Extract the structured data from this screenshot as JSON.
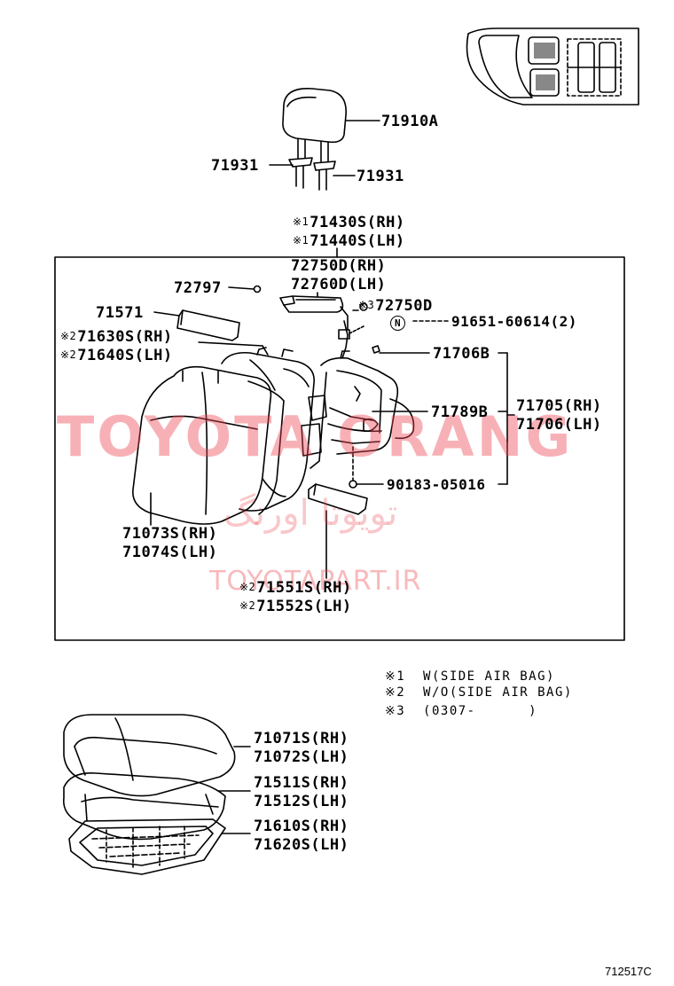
{
  "labels": {
    "headrest": "71910A",
    "support_left": "71931",
    "support_right": "71931",
    "back_assy_rh": "71430S(RH)",
    "back_assy_lh": "71440S(LH)",
    "airbag_rh": "72750D(RH)",
    "airbag_lh": "72760D(LH)",
    "clip": "72797",
    "pad": "71571",
    "back_pad_rh": "71630S(RH)",
    "back_pad_lh": "71640S(LH)",
    "airbag_alt": "72750D",
    "nut": "91651-60614(2)",
    "frame_part": "71706B",
    "frame_rh": "71705(RH)",
    "frame_lh": "71706(LH)",
    "spring": "71789B",
    "bolt": "90183-05016",
    "back_cover_rh": "71073S(RH)",
    "back_cover_lh": "71074S(LH)",
    "pad2_rh": "71551S(RH)",
    "pad2_lh": "71552S(LH)",
    "cushion_cover_rh": "71071S(RH)",
    "cushion_cover_lh": "71072S(LH)",
    "cushion_pad_rh": "71511S(RH)",
    "cushion_pad_lh": "71512S(LH)",
    "cushion_frame_rh": "71610S(RH)",
    "cushion_frame_lh": "71620S(LH)"
  },
  "marks": {
    "m1": "※1",
    "m2": "※2",
    "m3": "※3",
    "n": "N"
  },
  "notes": [
    {
      "mark": "※1",
      "text": "W(SIDE AIR BAG)"
    },
    {
      "mark": "※2",
      "text": "W/O(SIDE AIR BAG)"
    },
    {
      "mark": "※3",
      "text": "(0307-      )"
    }
  ],
  "watermark": {
    "brand": "TOYOTA ORANG",
    "persian": "تویوتا اورنگ",
    "site": "TOYOTAPART.IR"
  },
  "figure_code": "712517C"
}
